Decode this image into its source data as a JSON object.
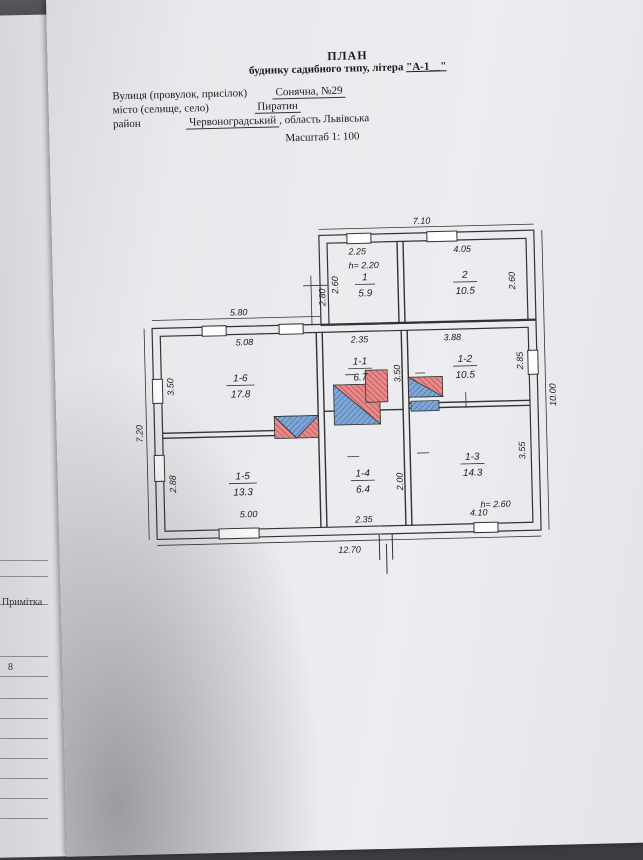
{
  "under_page": {
    "label_note": "Примітка",
    "label_num": "8"
  },
  "header": {
    "title": "ПЛАН",
    "subtitle_prefix": "будинку садибного типу, літера",
    "subtitle_litera": "\"А-1__\""
  },
  "address": {
    "street_label": "Вулиця (провулок, присілок)",
    "street_value": "Сонячна, №29",
    "city_label": "місто (селище, село)",
    "city_value": "Пиратин",
    "district_label": "район",
    "district_value": "Червоноградський",
    "region_value": ", область Львівська"
  },
  "scale": "Масштаб 1: 100",
  "plan": {
    "overall_top": "7.10",
    "overall_bottom": "12.70",
    "overall_left": "7.20",
    "overall_right": "10.00",
    "dims": {
      "d580": "5.80",
      "d225": "2.25",
      "d405": "4.05",
      "d508": "5.08",
      "d235a": "2.35",
      "d388": "3.88",
      "d350a": "3.50",
      "d350b": "3.50",
      "d285": "2.85",
      "d288": "2.88",
      "d200": "2.00",
      "d355": "3.55",
      "d500": "5.00",
      "d235b": "2.35",
      "d410": "4.10",
      "d260a": "2.60",
      "d260b": "2.60",
      "d280": "2.80"
    },
    "heights": {
      "h1": "h= 2.20",
      "h2": "h= 2.60"
    },
    "rooms": [
      {
        "id": "1",
        "area": "5.9"
      },
      {
        "id": "2",
        "area": "10.5"
      },
      {
        "id": "1-1",
        "area": "6.7"
      },
      {
        "id": "1-2",
        "area": "10.5"
      },
      {
        "id": "1-3",
        "area": "14.3"
      },
      {
        "id": "1-4",
        "area": "6.4"
      },
      {
        "id": "1-5",
        "area": "13.3"
      },
      {
        "id": "1-6",
        "area": "17.8"
      }
    ]
  }
}
